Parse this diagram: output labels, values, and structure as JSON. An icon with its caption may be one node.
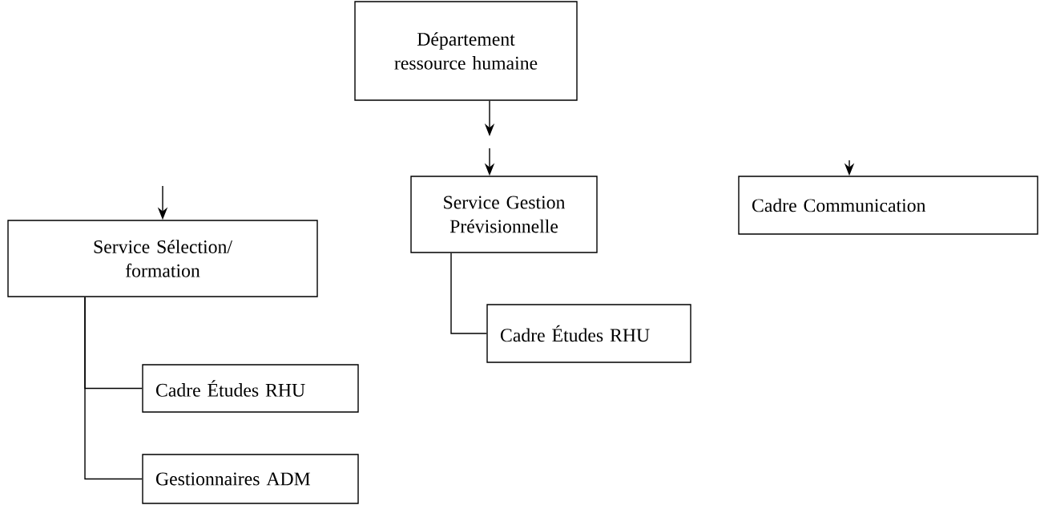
{
  "diagram": {
    "nodes": [
      {
        "text": [
          "Département ressource humaine"
        ]
      },
      {
        "text": [
          "Service Gestion Prévisionnelle"
        ]
      },
      {
        "text": [
          "Cadre Communication"
        ]
      },
      {
        "text": [
          "Service Sélection/ formation"
        ]
      },
      {
        "text": [
          "Cadre Études RHU"
        ]
      },
      {
        "text": [
          "Cadre Études RHU"
        ]
      },
      {
        "text": [
          "Gestionnaires ADM"
        ]
      }
    ],
    "edges": [
      {
        "from": 0,
        "to": null,
        "arrow": "to"
      },
      {
        "from": null,
        "to": 1,
        "arrow": "to"
      },
      {
        "from": null,
        "to": 2,
        "arrow": "to"
      },
      {
        "from": null,
        "to": 3,
        "arrow": "to"
      },
      {
        "from": 1,
        "to": 4,
        "arrow": "none"
      },
      {
        "from": 3,
        "to": 5,
        "arrow": "none"
      },
      {
        "from": 3,
        "to": 6,
        "arrow": "none"
      }
    ]
  }
}
